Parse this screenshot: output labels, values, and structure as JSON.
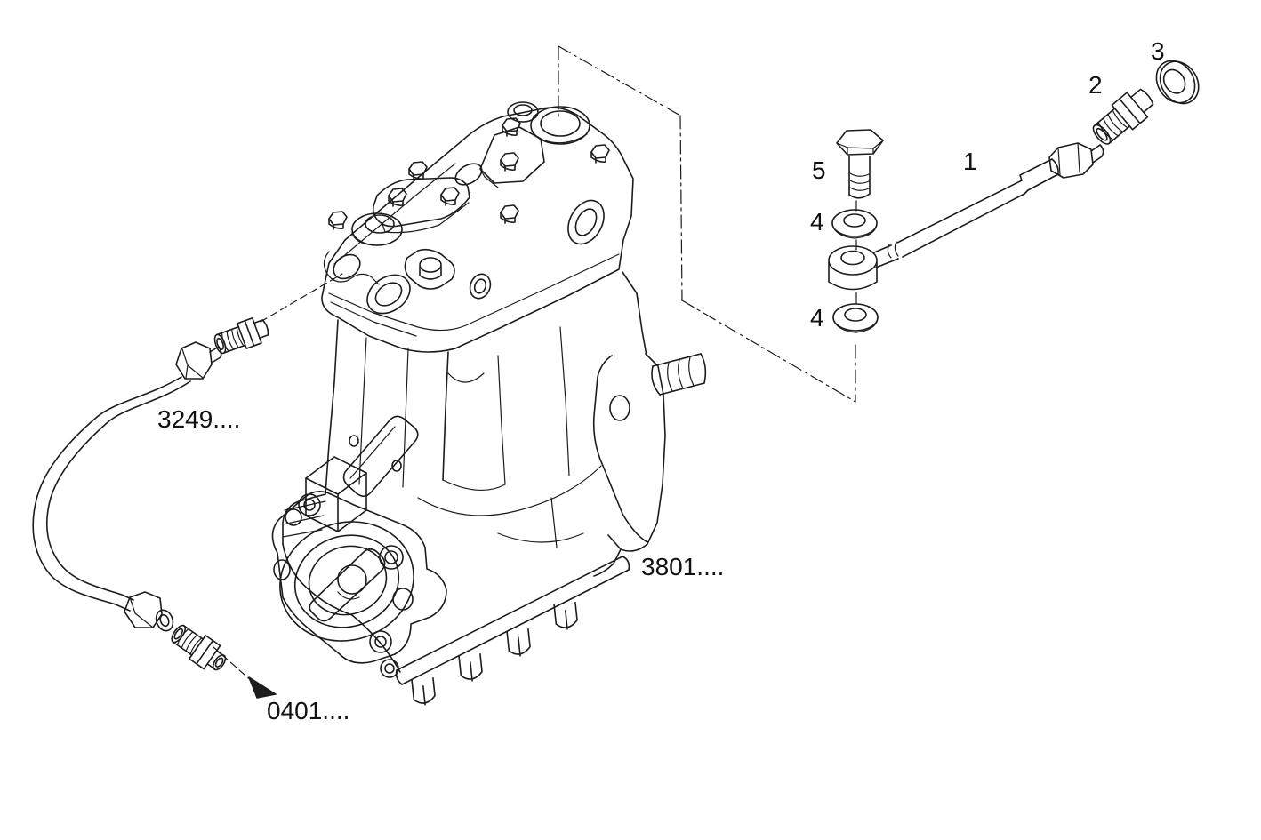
{
  "figure": {
    "background_color": "#ffffff",
    "line_color": "#1c1c1c"
  },
  "callouts": [
    {
      "text": "1"
    },
    {
      "text": "2"
    },
    {
      "text": "3"
    },
    {
      "text": "4"
    },
    {
      "text": "4"
    },
    {
      "text": "5"
    }
  ],
  "reference_labels": [
    {
      "text": "3249...."
    },
    {
      "text": "3801...."
    },
    {
      "text": "0401...."
    }
  ]
}
